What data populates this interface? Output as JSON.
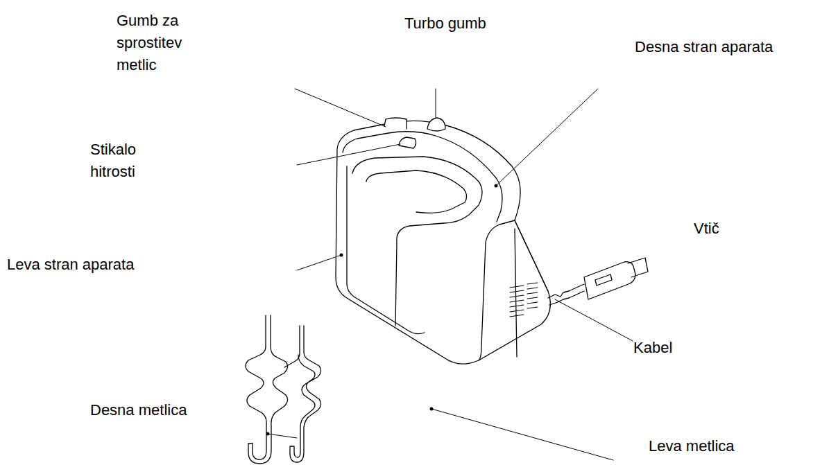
{
  "diagram": {
    "labels": [
      "Gumb za sprostitev metlic",
      "Turbo gumb",
      "Desna stran aparata",
      "Stikalo hitrosti",
      "Vtič",
      "Leva stran aparata",
      "Kabel",
      "Desna metlica",
      "Leva metlica"
    ]
  }
}
